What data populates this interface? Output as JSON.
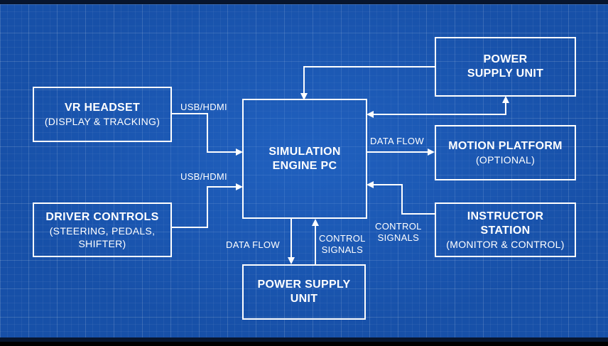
{
  "theme": {
    "background": "#1750a8",
    "line": "#ffffff"
  },
  "nodes": {
    "vr_headset": {
      "title": "VR HEADSET",
      "sub1": "(DISPLAY & TRACKING)"
    },
    "driver_controls": {
      "title": "DRIVER CONTROLS",
      "sub1": "(STEERING, PEDALS,",
      "sub2": "SHIFTER)"
    },
    "sim_engine": {
      "line1": "SIMULATION",
      "line2": "ENGINE PC"
    },
    "psu_top": {
      "line1": "POWER",
      "line2": "SUPPLY UNIT"
    },
    "motion_platform": {
      "title": "MOTION PLATFORM",
      "sub1": "(OPTIONAL)"
    },
    "instructor_station": {
      "line1": "INSTRUCTOR",
      "line2": "STATION",
      "sub1": "(MONITOR & CONTROL)"
    },
    "psu_bottom": {
      "line1": "POWER SUPPLY",
      "line2": "UNIT"
    }
  },
  "labels": {
    "usb_hdmi_top": "USB/HDMI",
    "usb_hdmi_bottom": "USB/HDMI",
    "data_flow_right": "DATA FLOW",
    "data_flow_bottom": "DATA FLOW",
    "control_signals_bottom": [
      "CONTROL",
      "SIGNALS"
    ],
    "control_signals_right": [
      "CONTROL",
      "SIGNALS"
    ]
  }
}
